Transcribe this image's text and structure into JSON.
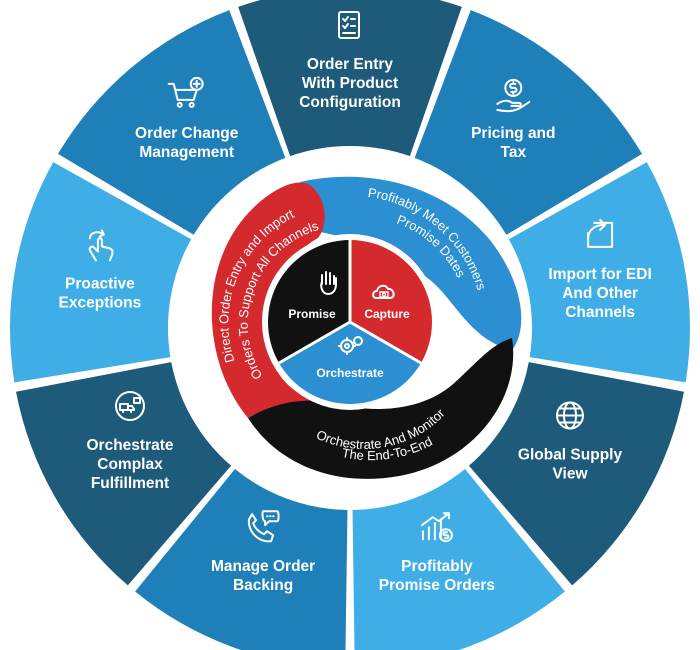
{
  "segments": [
    {
      "id": "order-entry",
      "lines": [
        "Order Entry",
        "With Product",
        "Configuration"
      ],
      "color": "#1e5a7a",
      "icon": "checklist-icon"
    },
    {
      "id": "pricing",
      "lines": [
        "Pricing and",
        "Tax"
      ],
      "color": "#1f7fb9",
      "icon": "hand-dollar-icon"
    },
    {
      "id": "import-edi",
      "lines": [
        "Import for EDI",
        "And Other",
        "Channels"
      ],
      "color": "#3faee6",
      "icon": "export-icon"
    },
    {
      "id": "global-supply",
      "lines": [
        "Global Supply",
        "View"
      ],
      "color": "#1e5a7a",
      "icon": "globe-icon"
    },
    {
      "id": "profitably-promise",
      "lines": [
        "Profitably",
        "Promise Orders"
      ],
      "color": "#3faee6",
      "icon": "growth-chart-icon"
    },
    {
      "id": "manage-backing",
      "lines": [
        "Manage Order",
        "Backing"
      ],
      "color": "#1f7fb9",
      "icon": "phone-chat-icon"
    },
    {
      "id": "orchestrate-fulfillment",
      "lines": [
        "Orchestrate",
        "Complax",
        "Fulfillment"
      ],
      "color": "#1e5a7a",
      "icon": "logistics-icon"
    },
    {
      "id": "proactive-exceptions",
      "lines": [
        "Proactive",
        "Exceptions"
      ],
      "color": "#3faee6",
      "icon": "swipe-hand-icon"
    },
    {
      "id": "order-change",
      "lines": [
        "Order Change",
        "Management"
      ],
      "color": "#1f7fb9",
      "icon": "cart-add-icon"
    }
  ],
  "arcs": {
    "red": [
      "Direct Order Entry and Import",
      "Orders To Support All Channels"
    ],
    "blue": [
      "Profitably Meet Customers",
      "Promise Dates"
    ],
    "black": [
      "Orchestrate And Monitor",
      "The End-To-End"
    ]
  },
  "core": {
    "promise": "Promise",
    "capture": "Capture",
    "orchestrate": "Orchestrate"
  },
  "colors": {
    "dark_blue": "#1e5a7a",
    "mid_blue": "#1f7fb9",
    "light_blue": "#3faee6",
    "red": "#d42a2e",
    "black": "#111111",
    "arc_blue": "#2b8fd1"
  }
}
